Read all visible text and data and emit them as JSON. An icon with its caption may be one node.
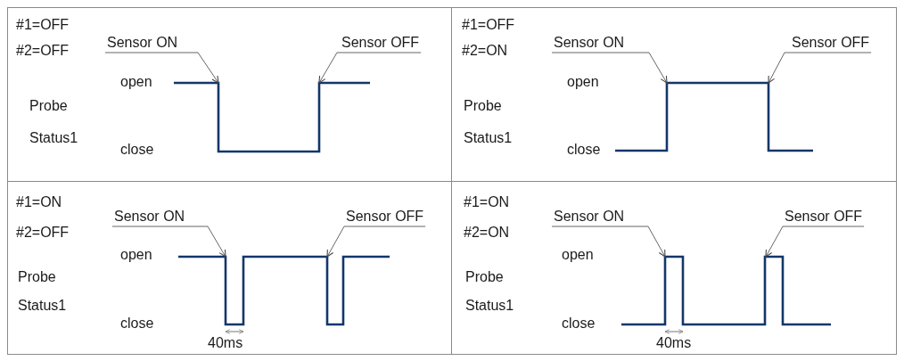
{
  "diagram": {
    "nodes": [
      {
        "text": [
          "#1=OFF",
          "#2=OFF",
          "open",
          "Probe Status1",
          "close"
        ]
      },
      {
        "text": [
          "Sensor ON"
        ],
        "in": 0
      },
      {
        "text": [
          "Sensor OFF"
        ],
        "in": 0
      },
      {
        "text": [],
        "shape": "line",
        "in": 0
      },
      {
        "text": [
          "#1=OFF",
          "#2=ON",
          "open",
          "Probe Status1",
          "close"
        ]
      },
      {
        "text": [
          "Sensor ON"
        ],
        "in": 4
      },
      {
        "text": [
          "Sensor OFF"
        ],
        "in": 4
      },
      {
        "text": [],
        "shape": "line",
        "in": 4
      },
      {
        "text": [
          "#1=ON",
          "#2=OFF",
          "open",
          "Probe Status1",
          "close"
        ]
      },
      {
        "text": [
          "Sensor ON"
        ],
        "in": 8
      },
      {
        "text": [
          "Sensor OFF"
        ],
        "in": 8
      },
      {
        "text": [],
        "shape": "line",
        "in": 8
      },
      {
        "text": [
          "#1=ON",
          "#2=ON",
          "open",
          "Probe Status1",
          "close"
        ]
      },
      {
        "text": [
          "Sensor ON"
        ],
        "in": 12
      },
      {
        "text": [
          "Sensor OFF"
        ],
        "in": 12
      },
      {
        "text": [],
        "shape": "line",
        "in": 12
      }
    ],
    "edges": [
      {
        "from": 1,
        "to": 3,
        "arrow": "to"
      },
      {
        "from": 2,
        "to": 3,
        "arrow": "to"
      },
      {
        "from": 5,
        "to": 7,
        "arrow": "to"
      },
      {
        "from": 6,
        "to": 7,
        "arrow": "to"
      },
      {
        "from": 9,
        "to": 11,
        "arrow": "to"
      },
      {
        "from": 10,
        "to": 11,
        "arrow": "to"
      },
      {
        "from": 13,
        "to": 15,
        "arrow": "to"
      },
      {
        "from": 14,
        "to": 15,
        "arrow": "to"
      }
    ],
    "labels": [
      "40ms",
      "40ms"
    ]
  }
}
